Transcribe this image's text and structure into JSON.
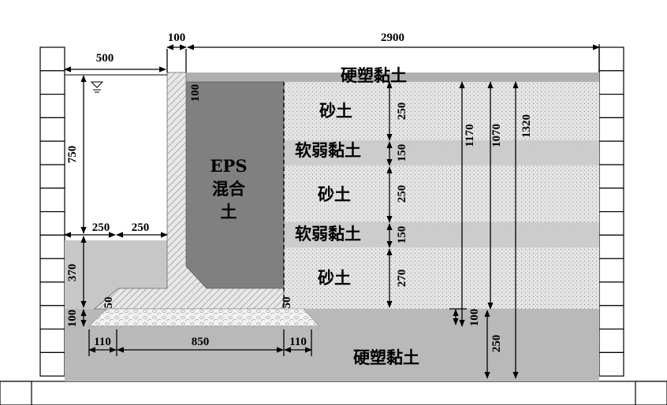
{
  "labels": {
    "eps_line1": "EPS",
    "eps_line2": "混合",
    "eps_line3": "土",
    "sand": "砂土",
    "soft_clay": "软弱黏土",
    "stiff_clay": "硬塑黏土"
  },
  "dimensions": {
    "top_gap": "100",
    "top_width": "2900",
    "water_width": "500",
    "water_depth": "750",
    "eps_top_gap": "100",
    "left_250a": "250",
    "left_250b": "250",
    "height_370": "370",
    "base_100": "100",
    "base_50a": "50",
    "base_50b": "50",
    "foot_110a": "110",
    "foot_850": "850",
    "foot_110b": "110",
    "layer_250a": "250",
    "layer_150a": "150",
    "layer_250b": "250",
    "layer_150b": "150",
    "layer_270": "270",
    "total_1170": "1170",
    "total_1070": "1070",
    "total_1320": "1320",
    "bottom_100": "100",
    "bottom_250": "250"
  },
  "colors": {
    "sand_fill": "#e4e4e4",
    "soft_clay_fill": "#d2d2d2",
    "stiff_clay_fill": "#b9b9b9",
    "eps_fill": "#808080",
    "wall_hatch": "#bdbdbd",
    "footing_fill": "#ececec"
  }
}
